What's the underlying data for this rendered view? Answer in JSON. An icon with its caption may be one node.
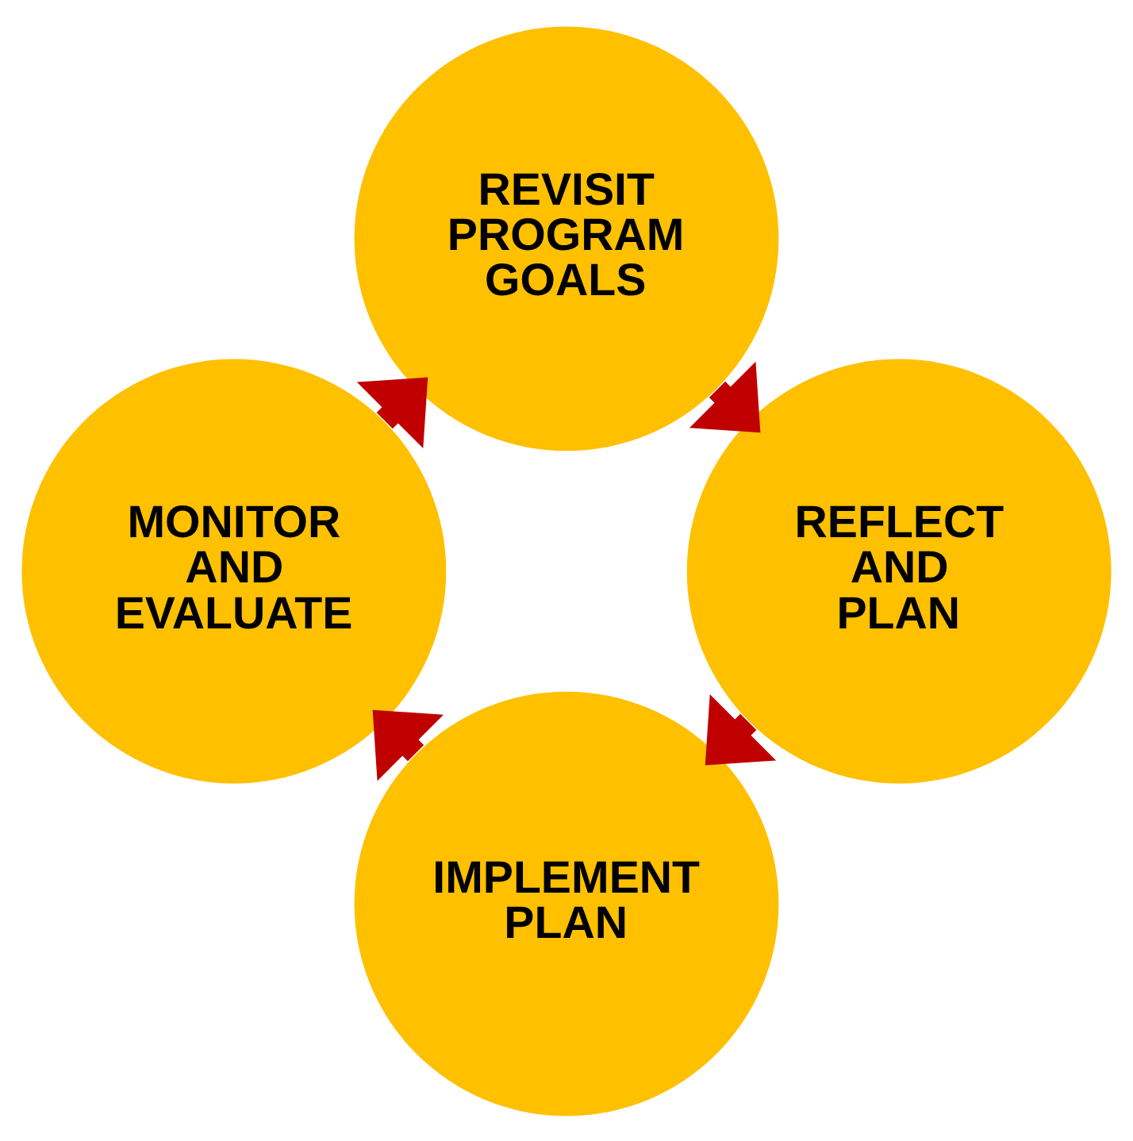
{
  "diagram": {
    "nodes": [
      {
        "text": [
          "IMPLEMENT PLAN"
        ]
      },
      {
        "text": [
          "REFLECT AND PLAN"
        ]
      },
      {
        "text": [
          "MONITOR AND EVALUATE"
        ]
      },
      {
        "text": [
          "REVISIT PROGRAM GOALS"
        ]
      }
    ],
    "edges": [
      {
        "from": 0,
        "to": 2,
        "arrow": "to"
      },
      {
        "from": 2,
        "to": 3,
        "arrow": "to"
      },
      {
        "from": 3,
        "to": 1,
        "arrow": "to"
      },
      {
        "from": 1,
        "to": 0,
        "arrow": "to"
      }
    ]
  }
}
